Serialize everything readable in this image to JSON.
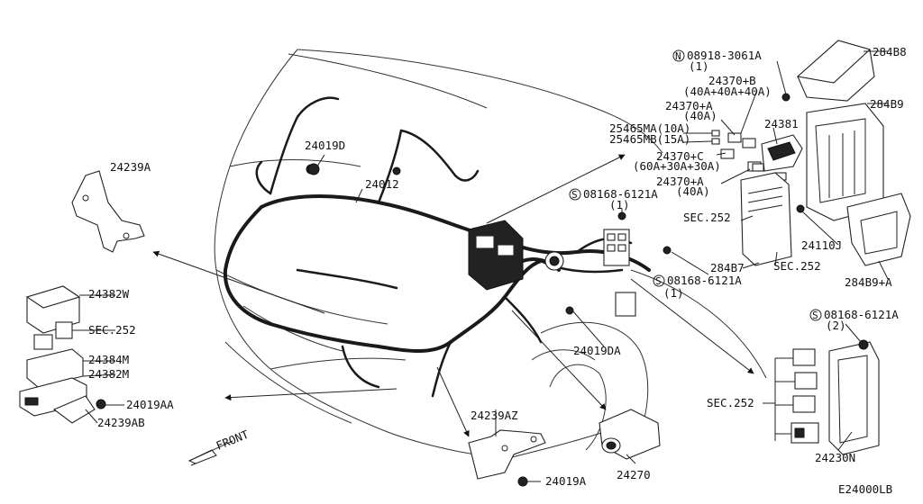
{
  "diagram_id": "E24000LB",
  "front_label": "FRONT",
  "labels": {
    "p284B8": "284B8",
    "p284B9": "284B9",
    "p284B9A": "284B9+A",
    "p08918": "08918-3061A",
    "p08918_qty": "(1)",
    "p24370B": "24370+B",
    "p24370B_spec": "(40A+40A+40A)",
    "p24370A_top": "24370+A",
    "p24370A_top_spec": "(40A)",
    "p25465MA": "25465MA(10A)",
    "p25465MB": "25465MB(15A)",
    "p24381": "24381",
    "p24370C": "24370+C",
    "p24370C_spec": "(60A+30A+30A)",
    "p24370A_bot": "24370+A",
    "p24370A_bot_spec": "(40A)",
    "p08168_a": "08168-6121A",
    "p08168_a_qty": "(1)",
    "sec252_a": "SEC.252",
    "sec252_b": "SEC.252",
    "p24110J": "24110J",
    "p284B7": "284B7",
    "p08168_b": "08168-6121A",
    "p08168_b_qty": "(1)",
    "p24019D": "24019D",
    "p24012": "24012",
    "p24239A": "24239A",
    "p24382W": "24382W",
    "sec252_c": "SEC.252",
    "p24384M": "24384M",
    "p24382M": "24382M",
    "p24019AA": "24019AA",
    "p24239AB": "24239AB",
    "p24019DA": "24019DA",
    "p24239AZ": "24239AZ",
    "p24019A": "24019A",
    "p24270": "24270",
    "p08168_c": "08168-6121A",
    "p08168_c_qty": "(2)",
    "sec252_d": "SEC.252",
    "p24230N": "24230N"
  },
  "markers": {
    "n_marker": "N",
    "s_marker": "S"
  }
}
